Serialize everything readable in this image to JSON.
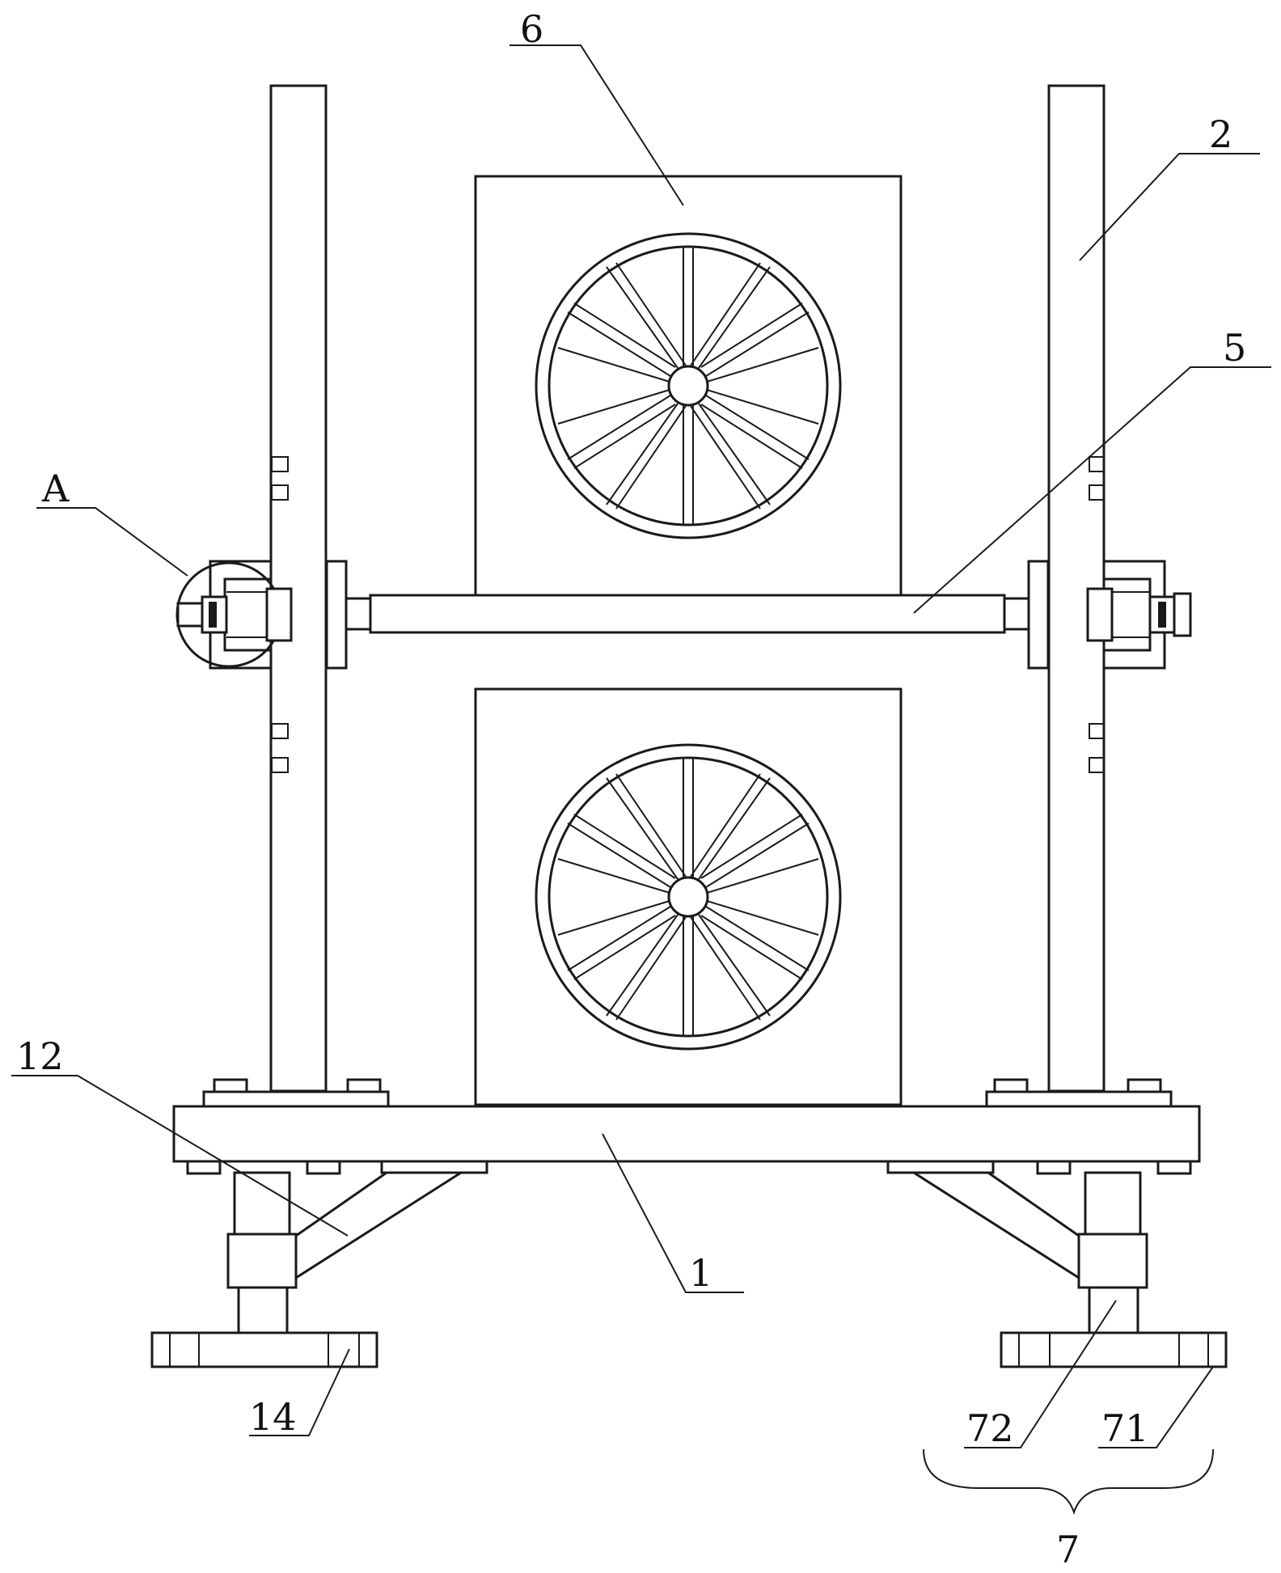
{
  "labels": {
    "l6": "6",
    "l2": "2",
    "l5": "5",
    "lA": "A",
    "l12": "12",
    "l1": "1",
    "l14": "14",
    "l72": "72",
    "l71": "71",
    "l7": "7"
  },
  "colors": {
    "line": "#1a1a1a",
    "background": "#ffffff"
  }
}
